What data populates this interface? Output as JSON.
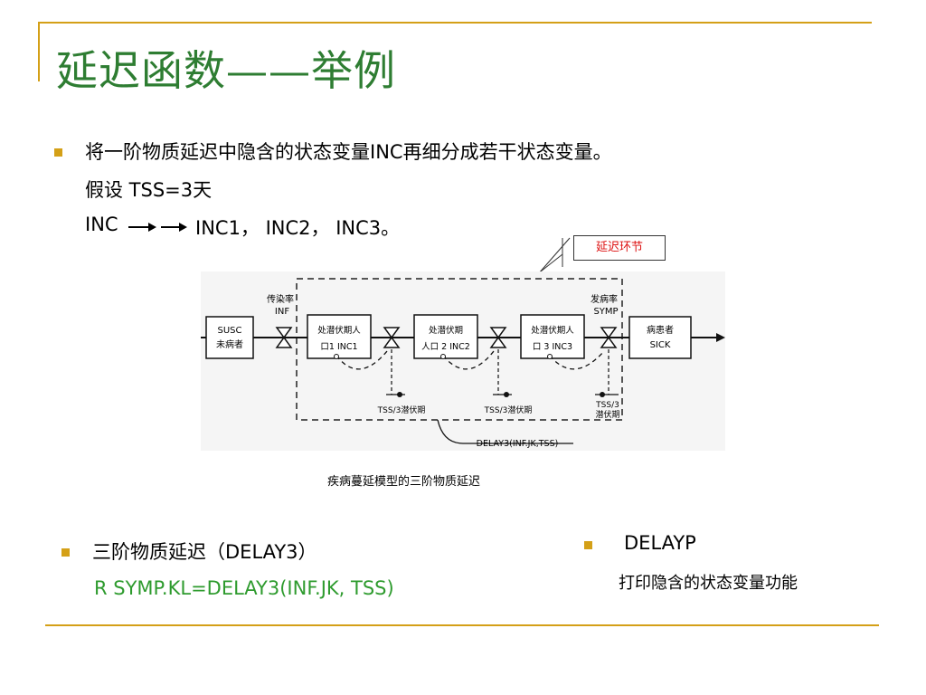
{
  "title": "延迟函数——举例",
  "intro": {
    "line1": "将一阶物质延迟中隐含的状态变量INC再细分成若干状态变量。",
    "line2": "假设   TSS=3天",
    "line3_left": "INC",
    "line3_right": "INC1，  INC2，  INC3。"
  },
  "callout": "延迟环节",
  "diagram": {
    "susc_line1": "SUSC",
    "susc_line2": "未病者",
    "inf_label_line1": "传染率",
    "inf_label_line2": "INF",
    "inc1_line1": "处潜伏期人",
    "inc1_line2": "口1    INC1",
    "inc2_line1": "处潜伏期",
    "inc2_line2": "人口 2 INC2",
    "inc3_line1": "处潜伏期人",
    "inc3_line2": "口 3  INC3",
    "symp_label_line1": "发病率",
    "symp_label_line2": "SYMP",
    "sick_line1": "病患者",
    "sick_line2": "SICK",
    "tss1": "TSS/3潜伏期",
    "tss2": "TSS/3潜伏期",
    "tss3_line1": "TSS/3",
    "tss3_line2": "潜伏期",
    "delay_label": "DELAY3(INF.JK,TSS)"
  },
  "caption": "疾病蔓延模型的三阶物质延迟",
  "left_section": {
    "line1": "三阶物质延迟（DELAY3）",
    "line2": "R   SYMP.KL=DELAY3(INF.JK, TSS)"
  },
  "right_section": {
    "line1": "DELAYP",
    "line2": "打印隐含的状态变量功能"
  },
  "colors": {
    "accent": "#d4a017",
    "title": "#2e7d32",
    "code": "#2e9b2e",
    "callout_text": "#d11111"
  }
}
